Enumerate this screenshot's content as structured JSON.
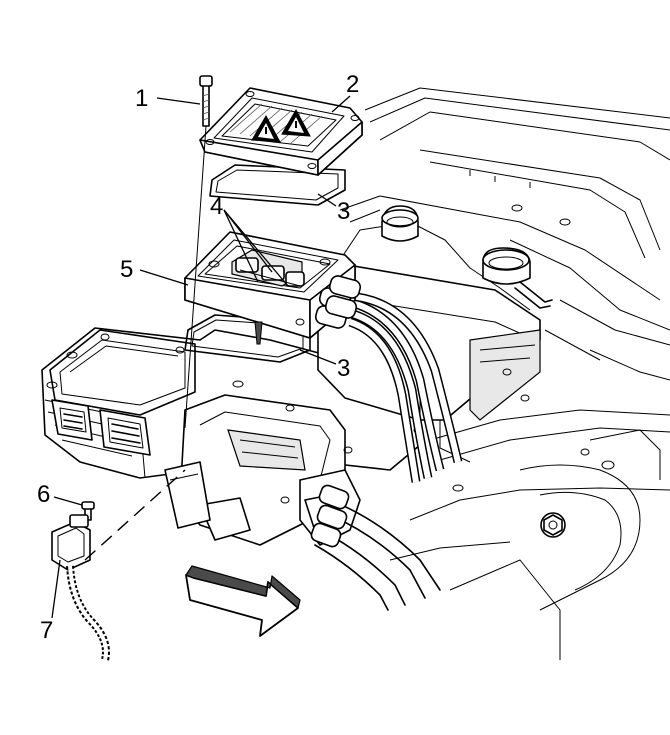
{
  "diagram": {
    "background_color": "#ffffff",
    "line_color": "#000000",
    "callouts": [
      {
        "id": "callout-1",
        "text": "1"
      },
      {
        "id": "callout-2",
        "text": "2"
      },
      {
        "id": "callout-3a",
        "text": "3"
      },
      {
        "id": "callout-4",
        "text": "4"
      },
      {
        "id": "callout-5",
        "text": "5"
      },
      {
        "id": "callout-3b",
        "text": "3"
      },
      {
        "id": "callout-6",
        "text": "6"
      },
      {
        "id": "callout-7",
        "text": "7"
      }
    ],
    "components": [
      "bolt-icon",
      "cover-icon",
      "gasket-icon",
      "terminal-block-icon",
      "housing-icon",
      "screw-icon",
      "harness-icon",
      "direction-arrow-icon",
      "warning-triangle-icon"
    ]
  }
}
